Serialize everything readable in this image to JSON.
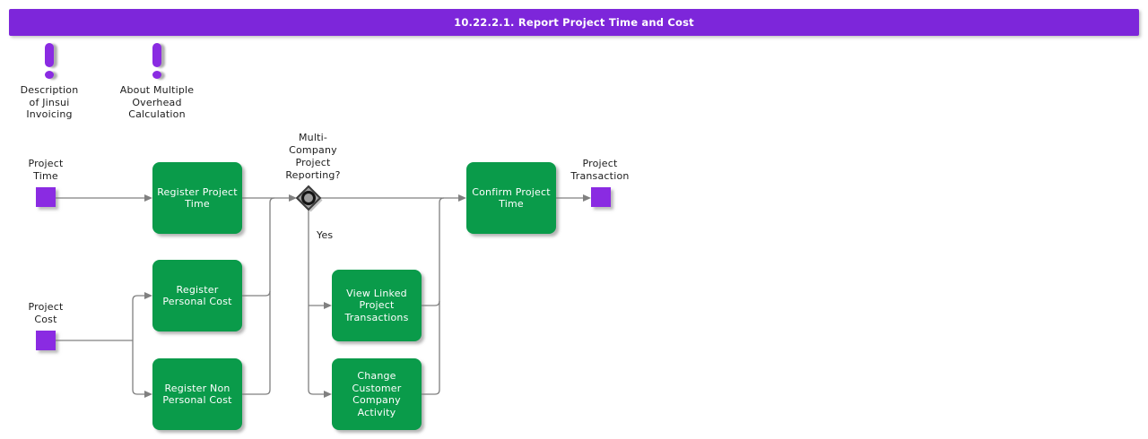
{
  "header": {
    "title": "10.22.2.1. Report Project Time and Cost"
  },
  "colors": {
    "header-bg": "#7D26DA",
    "task-green": "#0A9B4A",
    "event-purple": "#8A2BE2",
    "line-gray": "#808080"
  },
  "annotations": {
    "jinsui": {
      "label": "Description\nof Jinsui\nInvoicing"
    },
    "overhead": {
      "label": "About Multiple\nOverhead\nCalculation"
    }
  },
  "events": {
    "project_time": {
      "label": "Project\nTime"
    },
    "project_cost": {
      "label": "Project\nCost"
    },
    "project_transaction": {
      "label": "Project\nTransaction"
    }
  },
  "gateway": {
    "question": "Multi-\nCompany\nProject\nReporting?",
    "yes_label": "Yes"
  },
  "tasks": {
    "register_project_time": {
      "label": "Register Project\nTime"
    },
    "register_personal_cost": {
      "label": "Register\nPersonal Cost"
    },
    "register_non_personal_cost": {
      "label": "Register Non\nPersonal Cost"
    },
    "view_linked_project_transactions": {
      "label": "View Linked\nProject\nTransactions"
    },
    "change_customer_company_activity": {
      "label": "Change\nCustomer\nCompany\nActivity"
    },
    "confirm_project_time": {
      "label": "Confirm Project\nTime"
    }
  }
}
